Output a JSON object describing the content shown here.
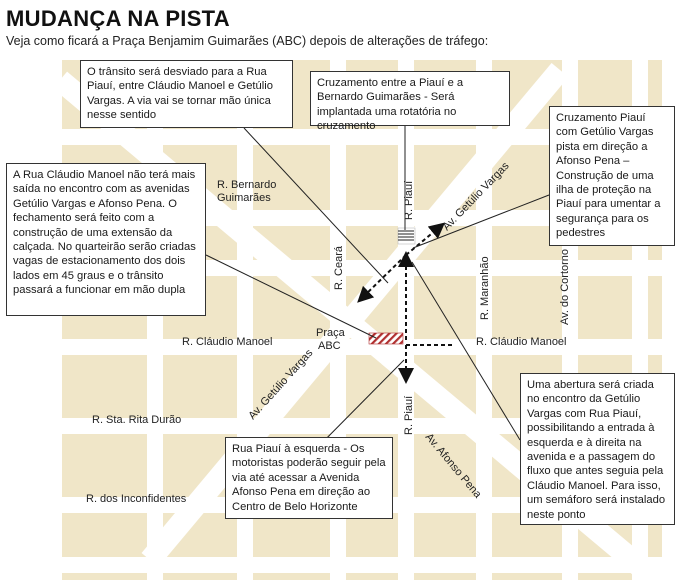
{
  "header": {
    "title": "MUDANÇA NA PISTA",
    "subtitle": "Veja como ficará a Praça Benjamim Guimarães (ABC) depois de alterações de tráfego:"
  },
  "map": {
    "street_labels": {
      "bernardo_1": "R. Bernardo",
      "bernardo_2": "Guimarães",
      "getulio_upper": "Av. Getúlio Vargas",
      "piaui_upper": "R. Piauí",
      "ceara": "R. Ceará",
      "maranhao": "R. Maranhão",
      "cortorno": "Av. do Cortorno",
      "claudio_left": "R. Cláudio Manoel",
      "claudio_right": "R. Cláudio Manoel",
      "praca_1": "Praça",
      "praca_2": "ABC",
      "getulio_lower": "Av. Getúlio Vargas",
      "santa_rita": "R. Sta. Rita Durão",
      "piaui_lower": "R. Piauí",
      "afonso_pena": "Av. Afonso Pena",
      "inconfidentes": "R. dos Inconfidentes"
    },
    "colors": {
      "block": "#f0e6c8",
      "street": "#ffffff",
      "hatch": "#b03030",
      "arrow": "#111111"
    }
  },
  "callouts": {
    "desvio": "O trânsito será desviado para a Rua Piauí, entre Cláudio Manoel e Getúlio Vargas. A via vai se tornar mão única nesse sentido",
    "cruzamento_bernardo": "Cruzamento entre a Piauí e a Bernardo Guimarães - Será implantada uma rotatória no cruzamento",
    "cruzamento_getulio": "Cruzamento Piauí com Getúlio Vargas pista em direção a Afonso Pena – Construção de uma ilha de proteção na Piauí para umentar a segurança para os pedestres",
    "claudio_manoel": "A Rua Cláudio Manoel não terá mais saída no encontro com as avenidas Getúlio Vargas e Afonso Pena. O fechamento será feito com a construção de uma extensão da calçada. No quarteirão serão criadas vagas de estacionamento dos dois lados em 45 graus e o trânsito passará a funcionar em mão dupla",
    "abertura": "Uma abertura será criada no encontro da Getúlio Vargas com Rua Piauí, possibilitando a entrada à esquerda e à direita na avenida e a passagem do fluxo que antes seguia pela Cláudio Manoel. Para isso, um semáforo será instalado neste ponto",
    "piaui_esquerda": "Rua Piauí à esquerda - Os motoristas poderão seguir pela via até acessar a Avenida Afonso Pena em direção ao Centro de Belo Horizonte"
  }
}
